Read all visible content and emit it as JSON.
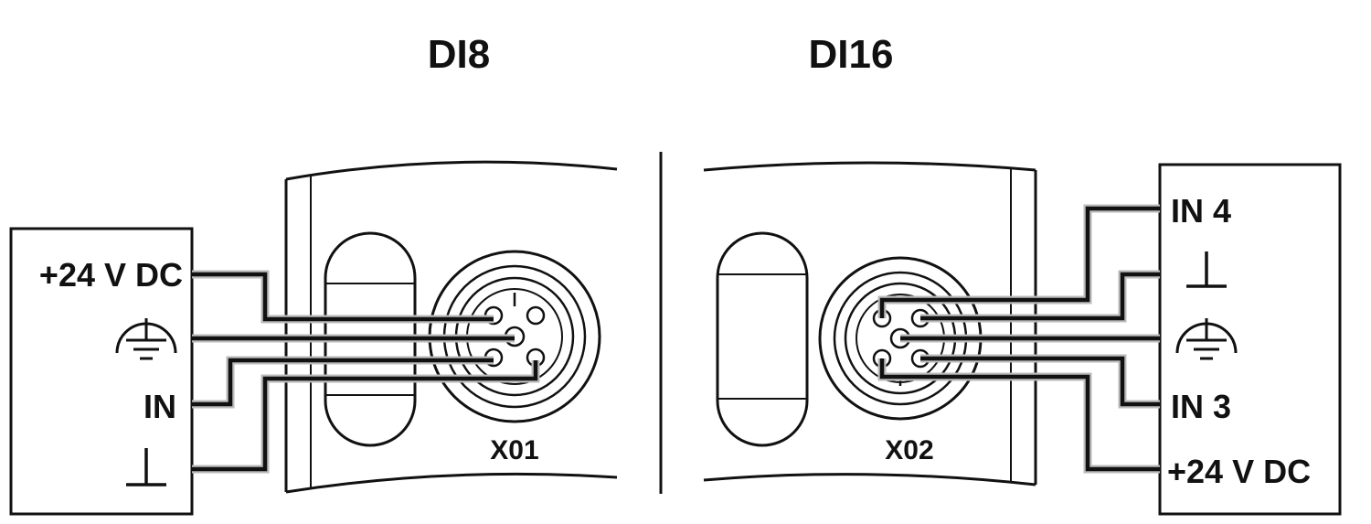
{
  "titles": {
    "left": "DI8",
    "right": "DI16"
  },
  "left_box": {
    "labels": {
      "supply": "+24 V DC",
      "input": "IN"
    },
    "symbols": [
      "protective-earth-icon",
      "ground-icon"
    ]
  },
  "right_box": {
    "labels": {
      "in4": "IN 4",
      "in3": "IN 3",
      "supply": "+24 V DC"
    },
    "symbols": [
      "ground-icon",
      "protective-earth-icon"
    ]
  },
  "connectors": {
    "left": "X01",
    "right": "X02"
  }
}
